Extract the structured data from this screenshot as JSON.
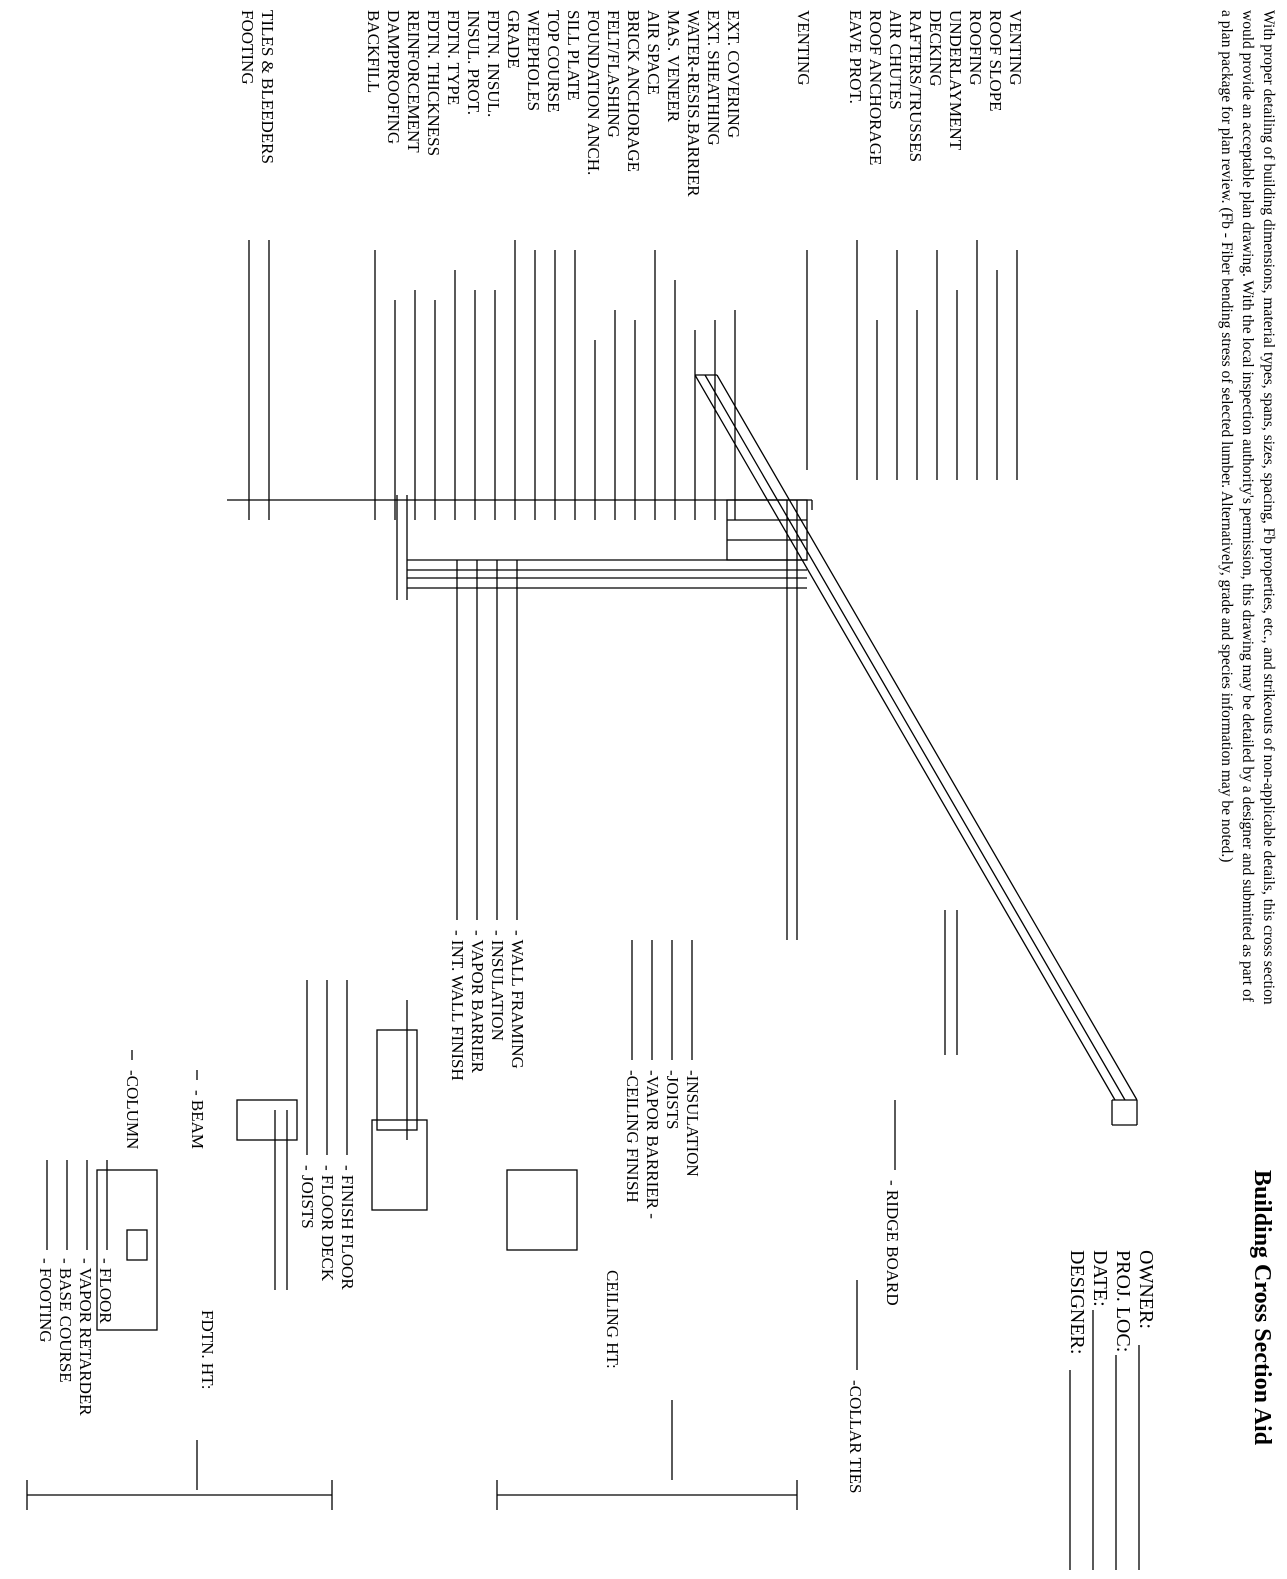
{
  "title": "Building Cross Section Aid",
  "intro": "With proper detailing of building dimensions, material types, spans, sizes, spacing, Fb properties, etc., and strikeouts of non-applicable details, this cross section would provide an acceptable plan drawing. With the local inspection authority's permission, this drawing may be detailed by a designer and submitted as part of a plan package for plan review. (Fb - Fiber bending stress of selected lumber. Alternatively, grade and species information may be noted.)",
  "project_info": {
    "owner": "OWNER:",
    "proj_loc": "PROJ. LOC:",
    "date": "DATE:",
    "designer": "DESIGNER:"
  },
  "left_labels": [
    "VENTING",
    "ROOF SLOPE",
    "ROOFING",
    "UNDERLAYMENT",
    "DECKING",
    "RAFTERS/TRUSSES",
    "AIR CHUTES",
    "ROOF ANCHORAGE",
    "EAVE PROT.",
    "VENTING",
    "EXT. COVERING",
    "EXT. SHEATHING",
    "WATER-RESIS.BARRIER",
    "MAS. VENEER",
    "AIR SPACE",
    "BRICK ANCHORAGE",
    "FELT/FLASHING",
    "FOUNDATION ANCH.",
    "SILL PLATE",
    "TOP COURSE",
    "WEEPHOLES",
    "GRADE",
    "FDTN. INSUL.",
    "INSUL. PROT.",
    "FDTN. TYPE",
    "FDTN. THICKNESS",
    "REINFORCEMENT",
    "DAMPPROOFING",
    "BACKFILL",
    "TILES & BLEEDERS",
    "FOOTING"
  ],
  "right_labels": {
    "ridge_board": "- RIDGE BOARD",
    "collar_ties": "-COLLAR TIES",
    "ceiling_group": [
      "-INSULATION",
      "-JOISTS",
      "-VAPOR BARRIER -",
      "-CEILING FINISH"
    ],
    "wall_group": [
      "- WALL FRAMING",
      "- INSULATION",
      "- VAPOR BARRIER",
      "- INT. WALL FINISH"
    ],
    "floor_group": [
      "- FINISH FLOOR",
      "- FLOOR DECK",
      "- JOISTS"
    ],
    "beam": "- BEAM",
    "column": "-COLUMN",
    "slab_group": [
      "- FLOOR",
      "- VAPOR RETARDER",
      "- BASE COURSE",
      "- FOOTING"
    ]
  },
  "dimensions": {
    "ceiling_ht": "CEILING HT:",
    "fdtn_ht": "FDTN. HT:"
  }
}
